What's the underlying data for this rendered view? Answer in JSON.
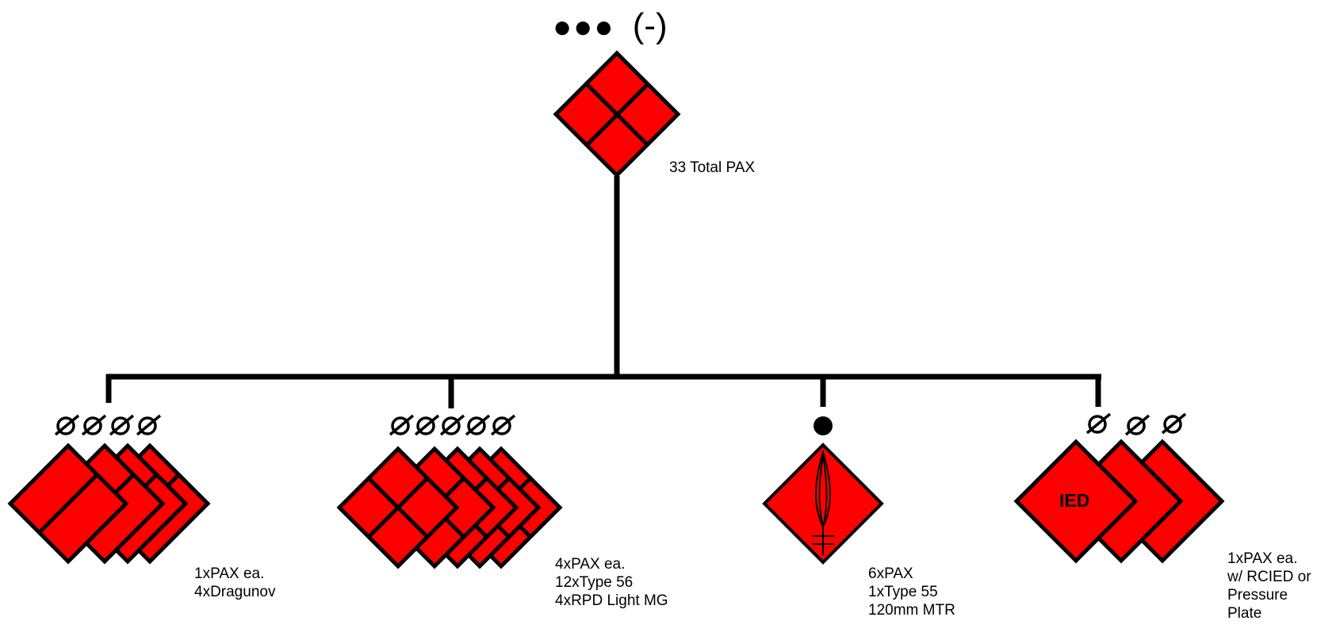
{
  "hq": {
    "echelon_dots": "●●●",
    "echelon_suffix": "(-)",
    "note": "33 Total PAX"
  },
  "subunits": [
    {
      "note": "1xPAX ea.\n4xDragunov"
    },
    {
      "note": "4xPAX ea.\n12xType 56\n4xRPD Light MG"
    },
    {
      "note": "6xPAX\n1xType 55\n120mm MTR"
    },
    {
      "note": "1xPAX ea.\nw/ RCIED or\nPressure\nPlate",
      "symbol_text": "IED"
    }
  ],
  "colors": {
    "hostile_fill": "#ff0000",
    "outline": "#000000",
    "background": "#ffffff"
  }
}
